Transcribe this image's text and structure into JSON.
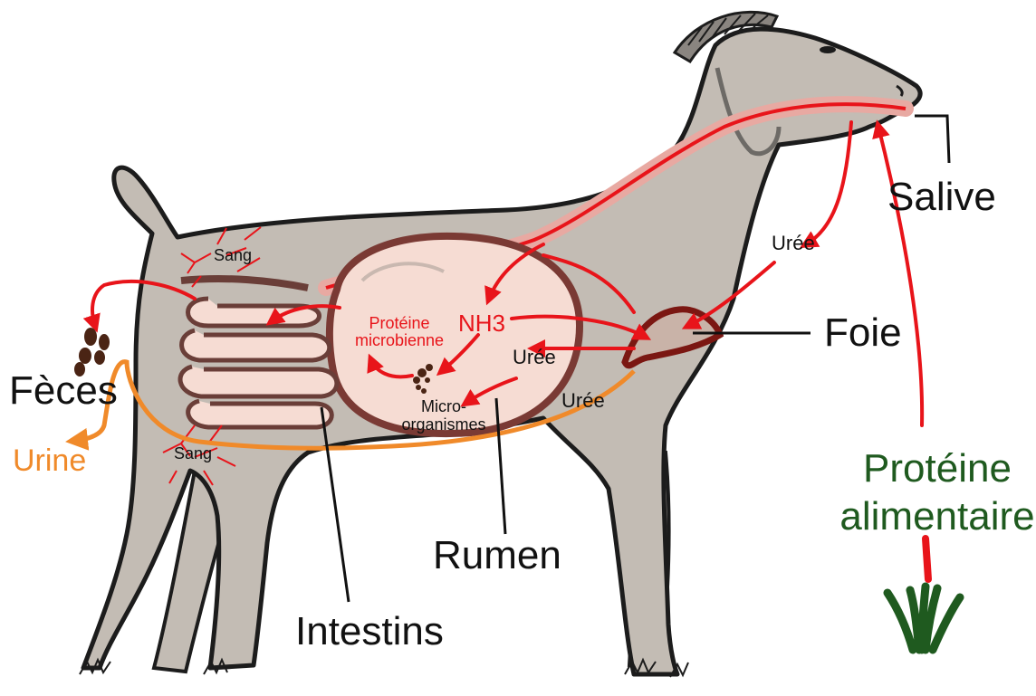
{
  "labels": {
    "salive": "Salive",
    "uree_neck": "Urée",
    "foie": "Foie",
    "nh3": "NH3",
    "uree_mid": "Urée",
    "uree_lower": "Urée",
    "proteine_microbienne": "Protéine microbienne",
    "micro_organismes": "Micro- organismes",
    "sang_top": "Sang",
    "sang_bottom": "Sang",
    "feces": "Fèces",
    "urine": "Urine",
    "proteine_alimentaire": "Protéine alimentaire",
    "rumen": "Rumen",
    "intestins": "Intestins"
  },
  "colors": {
    "body_fill": "#c3bcb4",
    "outline": "#1c1c1c",
    "organ_fill": "#f6dcd3",
    "organ_outline": "#7a3a34",
    "arrow_red": "#e8141a",
    "urine_orange": "#f08a2a",
    "feed_green": "#1f5a1f",
    "feces_brown": "#4a2414",
    "liver_outline": "#7b1712"
  }
}
